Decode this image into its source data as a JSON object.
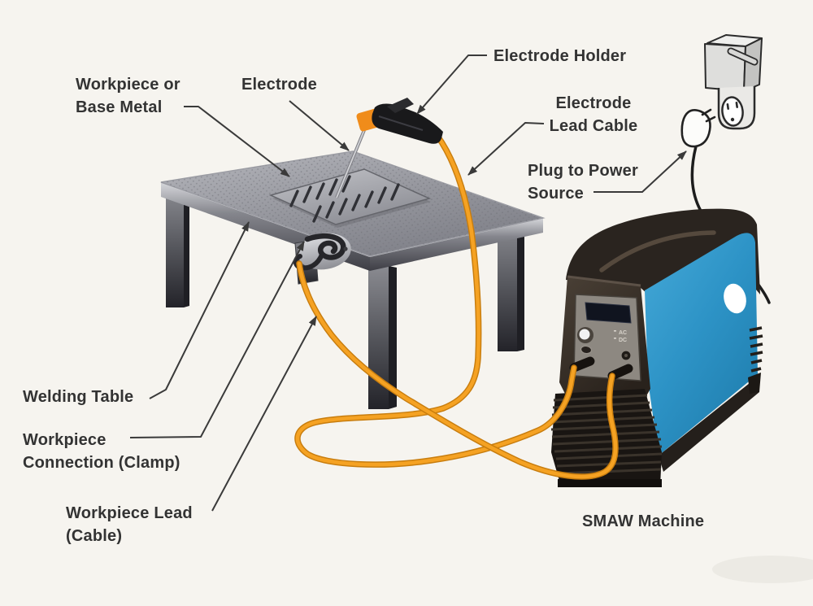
{
  "labels": {
    "workpiece_base_metal": {
      "line1": "Workpiece or",
      "line2": "Base Metal"
    },
    "electrode": "Electrode",
    "electrode_holder": "Electrode Holder",
    "electrode_lead_cable": {
      "line1": "Electrode",
      "line2": "Lead Cable"
    },
    "plug_power_source": {
      "line1": "Plug to Power",
      "line2": "Source"
    },
    "welding_table": "Welding Table",
    "workpiece_connection": {
      "line1": "Workpiece",
      "line2": "Connection (Clamp)"
    },
    "workpiece_lead": {
      "line1": "Workpiece Lead",
      "line2": "(Cable)"
    },
    "smaw_machine": "SMAW Machine"
  },
  "machine_panel": {
    "ac": "AC",
    "dc": "DC"
  },
  "colors": {
    "background": "#F6F4EF",
    "label_text": "#333333",
    "leader_line": "#3A3A3A",
    "cable_orange": "#F29A1F",
    "cable_orange_dark": "#C87D0E",
    "machine_blue": "#2D93C6",
    "machine_body_dark": "#2A241F",
    "table_steel": "#9A9BA2",
    "holder_tip_orange": "#F08C1A"
  }
}
